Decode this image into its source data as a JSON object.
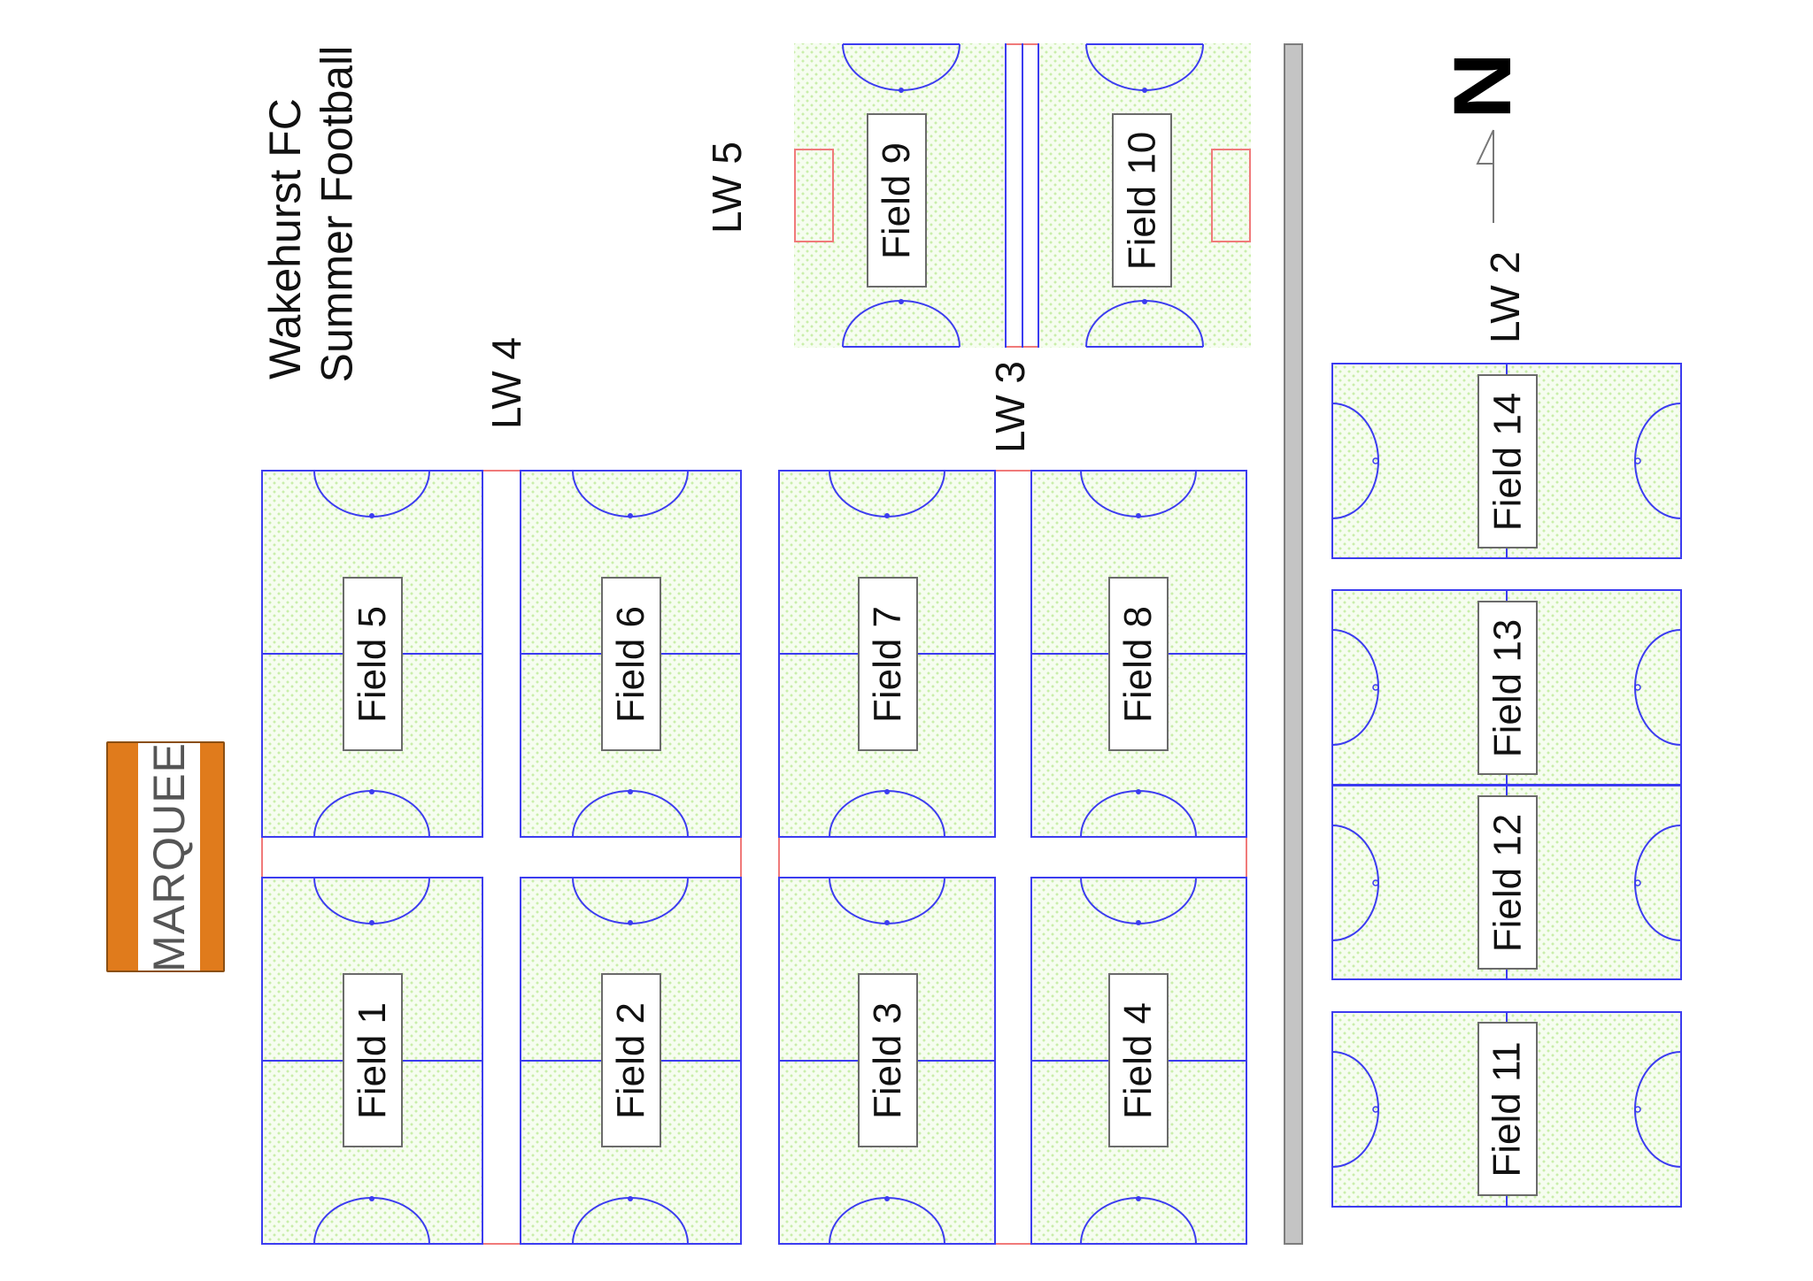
{
  "title": {
    "line1": "Wakehurst FC",
    "line2": "Summer Football"
  },
  "compass": {
    "letter": "N",
    "icon": "north-arrow-icon"
  },
  "marquee": {
    "label": "MARQUEE",
    "color": "#E07B1C"
  },
  "lanes": [
    {
      "id": "lw4",
      "label": "LW 4"
    },
    {
      "id": "lw5",
      "label": "LW 5"
    },
    {
      "id": "lw3",
      "label": "LW 3"
    },
    {
      "id": "lw2",
      "label": "LW 2"
    }
  ],
  "colors": {
    "block_outline": "#F07A7A",
    "pitch_lines": "#3C3CF0",
    "pitch_fill": "#F6FDF0",
    "pitch_dots": "#C9EEAA",
    "divider_bar": "#C4C4C4"
  },
  "fields": [
    {
      "number": 1,
      "label": "Field 1"
    },
    {
      "number": 2,
      "label": "Field 2"
    },
    {
      "number": 3,
      "label": "Field 3"
    },
    {
      "number": 4,
      "label": "Field 4"
    },
    {
      "number": 5,
      "label": "Field 5"
    },
    {
      "number": 6,
      "label": "Field 6"
    },
    {
      "number": 7,
      "label": "Field 7"
    },
    {
      "number": 8,
      "label": "Field 8"
    },
    {
      "number": 9,
      "label": "Field 9"
    },
    {
      "number": 10,
      "label": "Field 10"
    },
    {
      "number": 11,
      "label": "Field 11"
    },
    {
      "number": 12,
      "label": "Field 12"
    },
    {
      "number": 13,
      "label": "Field 13"
    },
    {
      "number": 14,
      "label": "Field 14"
    }
  ]
}
